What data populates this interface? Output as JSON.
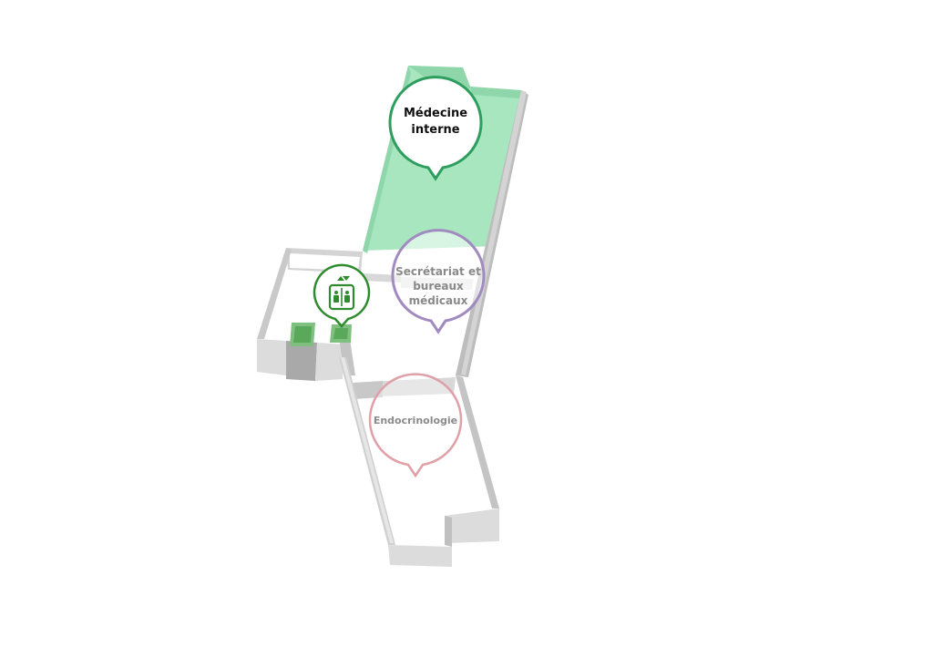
{
  "map": {
    "colors": {
      "floor": "#ffffff",
      "wall_top": "#d4d4d4",
      "wall_face": "#bdbdbd",
      "wall_front": "#dcdcdc",
      "highlight_fill": "#a8e6bf",
      "highlight_edge": "#8fd7ab",
      "elevator_green": "#5aa85a"
    },
    "pins": {
      "medecine": {
        "label": "Médecine interne",
        "line1": "Médecine",
        "line2": "interne",
        "color": "#2e9e5e",
        "text_color": "#111111",
        "active": true
      },
      "secretariat": {
        "label": "Secrétariat et bureaux médicaux",
        "line1": "Secrétariat et",
        "line2": "bureaux",
        "line3": "médicaux",
        "color": "#a08ac0",
        "text_color": "#8a8a8a",
        "active": false
      },
      "endocrinologie": {
        "label": "Endocrinologie",
        "color": "#e0a0a8",
        "text_color": "#8a8a8a",
        "active": false
      },
      "elevator": {
        "icon": "elevator-icon",
        "color": "#2e8b2e"
      }
    }
  }
}
